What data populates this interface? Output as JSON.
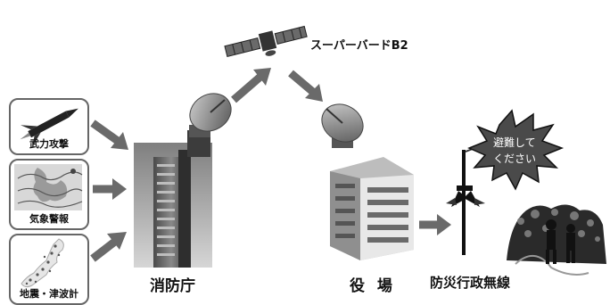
{
  "sources": [
    {
      "label": "武力攻撃",
      "icon": "missile-icon"
    },
    {
      "label": "気象警報",
      "icon": "weather-map-icon"
    },
    {
      "label": "地震・津波計",
      "icon": "seismic-map-icon"
    }
  ],
  "nodes": {
    "fdma_label": "消防庁",
    "satellite_label": "スーパーバードB2",
    "office_label": "役 場",
    "broadcast_label": "防災行政無線"
  },
  "callout": {
    "line1": "避難して",
    "line2": "ください"
  }
}
